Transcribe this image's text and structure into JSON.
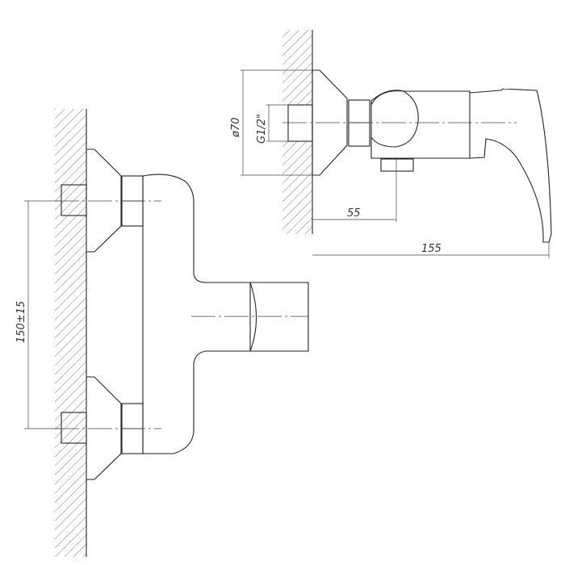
{
  "title": "Shower mixer dimensional drawing",
  "dimensions": {
    "flange_diameter": "ø70",
    "thread": "G1/2\"",
    "outlet_offset": "55",
    "total_depth": "155",
    "inlet_spacing": "150±15"
  }
}
